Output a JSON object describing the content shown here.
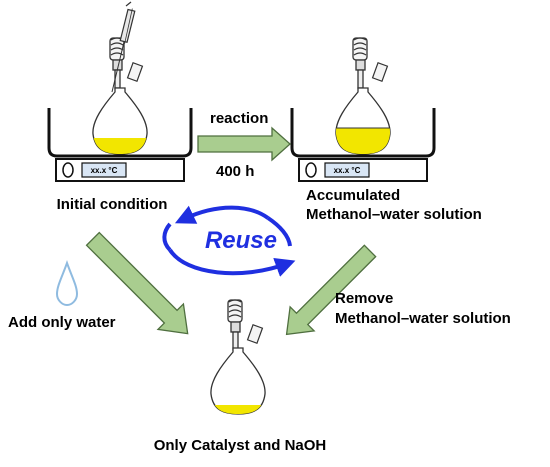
{
  "labels": {
    "step_top": "reaction",
    "duration": "400 h",
    "initial": "Initial condition",
    "accumulated_line1": "Accumulated",
    "accumulated_line2": "Methanol–water solution",
    "remove_line1": "Remove",
    "remove_line2": "Methanol–water solution",
    "add_water": "Add only water",
    "bottom": "Only Catalyst and NaOH",
    "cycle": "Reuse"
  },
  "displays": {
    "left": "xx.x °C",
    "right": "xx.x °C"
  },
  "colors": {
    "arrow_fill": "#a9cd8f",
    "arrow_stroke": "#4f6f3f",
    "reuse_blue": "#1f2fe0",
    "solution_yellow": "#f2e600",
    "droplet": "#9ecff0",
    "hotplate_screen": "#d9e6f5"
  }
}
